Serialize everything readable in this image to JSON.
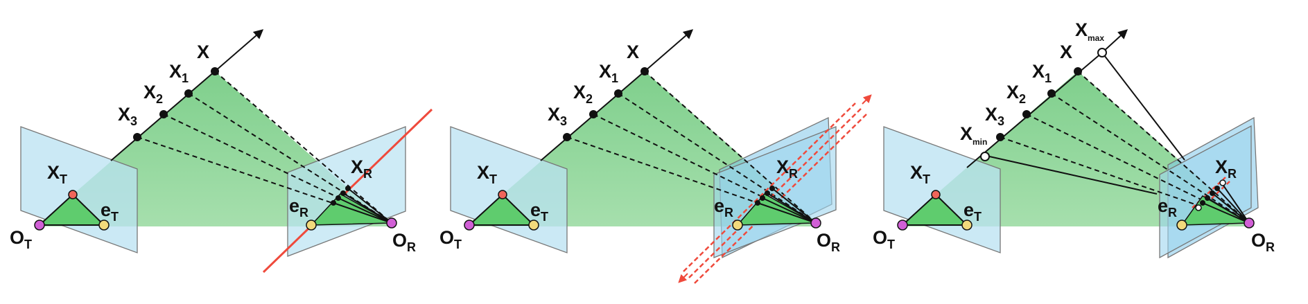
{
  "panels": [
    {
      "variant": "line",
      "labels": {
        "X": "X",
        "X1": "X",
        "X1_sub": "1",
        "X2": "X",
        "X2_sub": "2",
        "X3": "X",
        "X3_sub": "3",
        "XT": "X",
        "XT_sub": "T",
        "eT": "e",
        "eT_sub": "T",
        "OT": "O",
        "OT_sub": "T",
        "XR": "X",
        "XR_sub": "R",
        "eR": "e",
        "eR_sub": "R",
        "OR": "O",
        "OR_sub": "R"
      }
    },
    {
      "variant": "band",
      "labels": {
        "X": "X",
        "X1": "X",
        "X1_sub": "1",
        "X2": "X",
        "X2_sub": "2",
        "X3": "X",
        "X3_sub": "3",
        "XT": "X",
        "XT_sub": "T",
        "eT": "e",
        "eT_sub": "T",
        "OT": "O",
        "OT_sub": "T",
        "XR": "X",
        "XR_sub": "R",
        "eR": "e",
        "eR_sub": "R",
        "OR": "O",
        "OR_sub": "R"
      }
    },
    {
      "variant": "segment",
      "labels": {
        "X": "X",
        "X1": "X",
        "X1_sub": "1",
        "X2": "X",
        "X2_sub": "2",
        "X3": "X",
        "X3_sub": "3",
        "XT": "X",
        "XT_sub": "T",
        "eT": "e",
        "eT_sub": "T",
        "OT": "O",
        "OT_sub": "T",
        "XR": "X",
        "XR_sub": "R",
        "eR": "e",
        "eR_sub": "R",
        "OR": "O",
        "OR_sub": "R",
        "Xmax": "X",
        "Xmax_sub": "max",
        "Xmin": "X",
        "Xmin_sub": "min"
      }
    }
  ],
  "colors": {
    "ray_plane": "#8fd19a",
    "image_plane": "#b9e2f2",
    "epipolar_line": "#ef4a3c",
    "camera_center": "#d15fd6",
    "epipole": "#f2da7c",
    "projected_point": "#f0655a",
    "triangle": "#5fcc6e"
  }
}
